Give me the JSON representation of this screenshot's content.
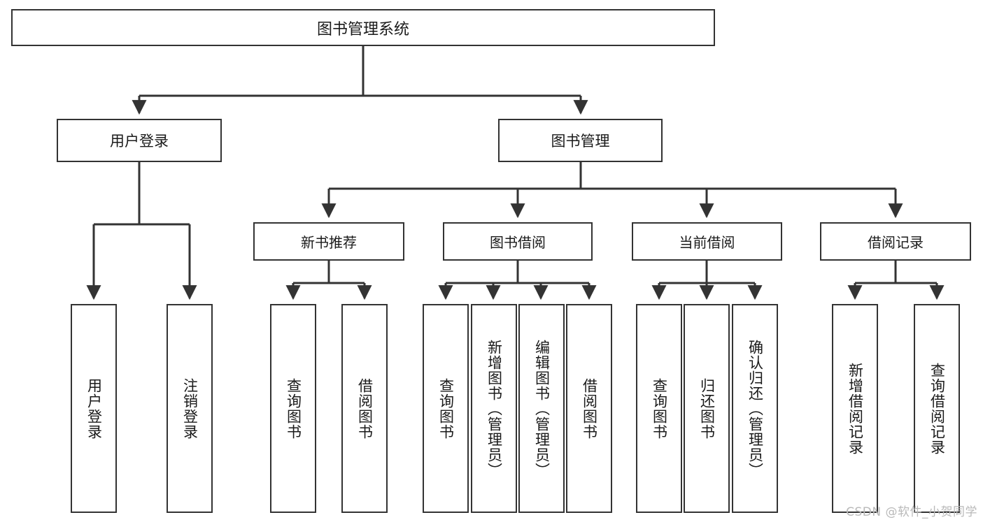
{
  "diagram": {
    "title": "图书管理系统",
    "type": "hierarchy-tree",
    "watermark": "CSDN @软件_小贺同学",
    "colors": {
      "stroke": "#333333",
      "fill": "#ffffff",
      "text": "#1a1a1a",
      "watermark": "#b9b9b9"
    },
    "root": {
      "label": "图书管理系统"
    },
    "level2": [
      {
        "label": "用户登录"
      },
      {
        "label": "图书管理"
      }
    ],
    "level3": [
      {
        "label": "新书推荐"
      },
      {
        "label": "图书借阅"
      },
      {
        "label": "当前借阅"
      },
      {
        "label": "借阅记录"
      }
    ],
    "leaves": {
      "user_login": [
        {
          "label": "用户登录"
        },
        {
          "label": "注销登录"
        }
      ],
      "new_book": [
        {
          "label": "查询图书"
        },
        {
          "label": "借阅图书"
        }
      ],
      "book_borrow": [
        {
          "label": "查询图书"
        },
        {
          "label": "新增图书（管理员）"
        },
        {
          "label": "编辑图书（管理员）"
        },
        {
          "label": "借阅图书"
        }
      ],
      "current_borrow": [
        {
          "label": "查询图书"
        },
        {
          "label": "归还图书"
        },
        {
          "label": "确认归还（管理员）"
        }
      ],
      "borrow_record": [
        {
          "label": "新增借阅记录"
        },
        {
          "label": "查询借阅记录"
        }
      ]
    }
  }
}
